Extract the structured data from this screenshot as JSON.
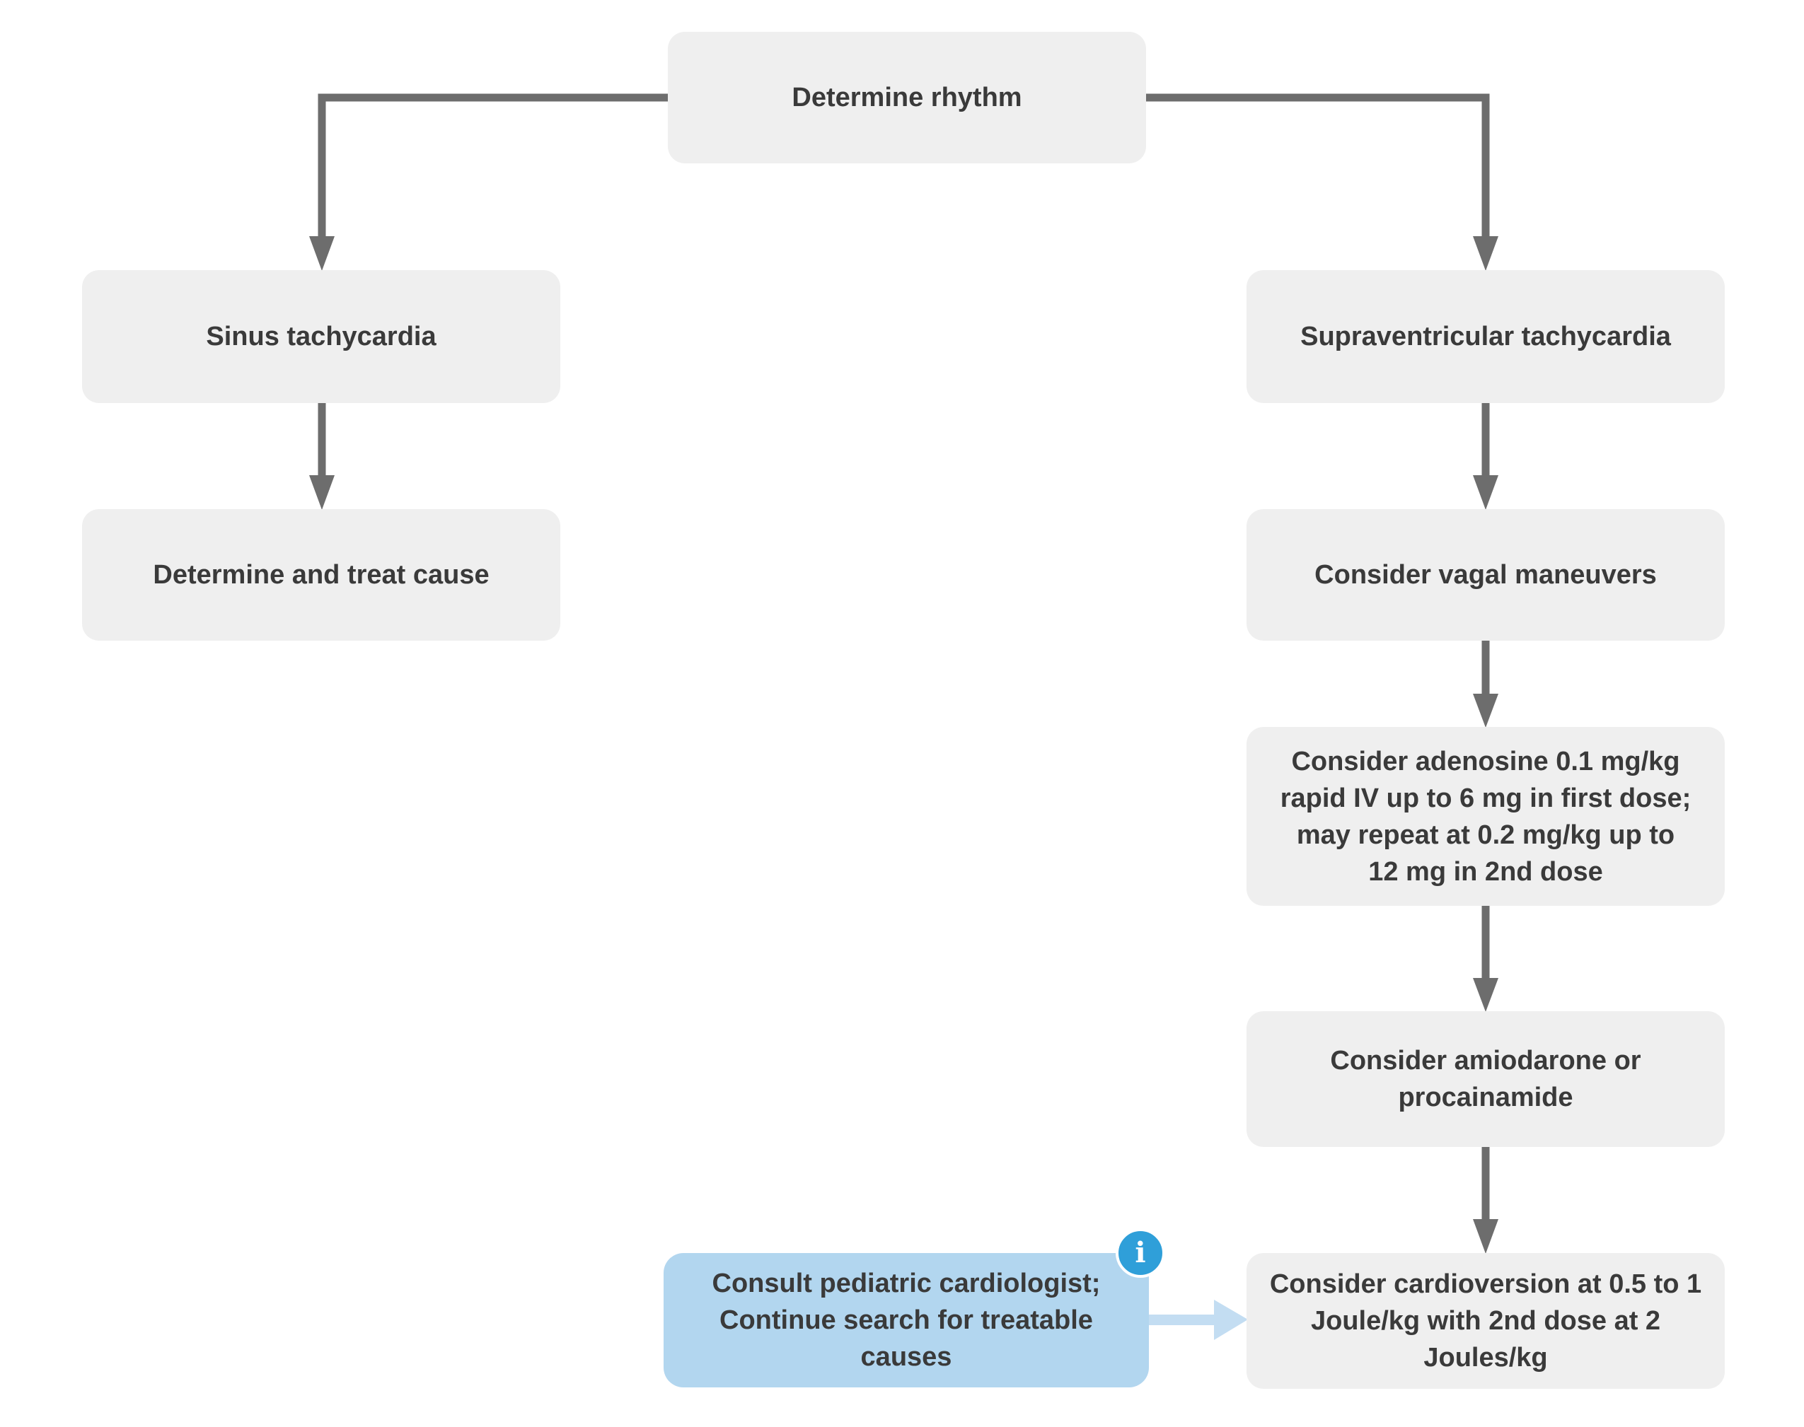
{
  "colors": {
    "page_background": "#ffffff",
    "node_background": "#efefef",
    "node_text": "#3a3a3a",
    "connector": "#6d6d6d",
    "highlight_node_background": "#b2d6ef",
    "highlight_connector": "#c3ddf2",
    "info_icon_background": "#2f9fd9",
    "info_icon_glyph_color": "#ffffff"
  },
  "icons": {
    "info": "i"
  },
  "nodes": {
    "determine_rhythm": {
      "label": "Determine rhythm"
    },
    "sinus_tachycardia": {
      "label": "Sinus tachycardia"
    },
    "determine_and_treat_cause": {
      "label": "Determine and treat cause"
    },
    "supraventricular_tachycardia": {
      "label": "Supraventricular tachycardia"
    },
    "consider_vagal_maneuvers": {
      "label": "Consider vagal maneuvers"
    },
    "consider_adenosine": {
      "label": "Consider adenosine 0.1 mg/kg\nrapid IV up to 6 mg in first dose;\nmay repeat at 0.2 mg/kg up to\n12 mg in 2nd dose"
    },
    "consider_amiodarone": {
      "label": "Consider amiodarone or\nprocainamide"
    },
    "consider_cardioversion": {
      "label": "Consider cardioversion at 0.5 to 1\nJoule/kg with 2nd dose at 2\nJoules/kg"
    },
    "consult_cardiologist": {
      "label": "Consult pediatric cardiologist;\nContinue search for treatable\ncauses"
    }
  },
  "edges": [
    {
      "from": "determine_rhythm",
      "to": "sinus_tachycardia",
      "style": "normal"
    },
    {
      "from": "determine_rhythm",
      "to": "supraventricular_tachycardia",
      "style": "normal"
    },
    {
      "from": "sinus_tachycardia",
      "to": "determine_and_treat_cause",
      "style": "normal"
    },
    {
      "from": "supraventricular_tachycardia",
      "to": "consider_vagal_maneuvers",
      "style": "normal"
    },
    {
      "from": "consider_vagal_maneuvers",
      "to": "consider_adenosine",
      "style": "normal"
    },
    {
      "from": "consider_adenosine",
      "to": "consider_amiodarone",
      "style": "normal"
    },
    {
      "from": "consider_amiodarone",
      "to": "consider_cardioversion",
      "style": "normal"
    },
    {
      "from": "consult_cardiologist",
      "to": "consider_cardioversion",
      "style": "highlight"
    }
  ]
}
